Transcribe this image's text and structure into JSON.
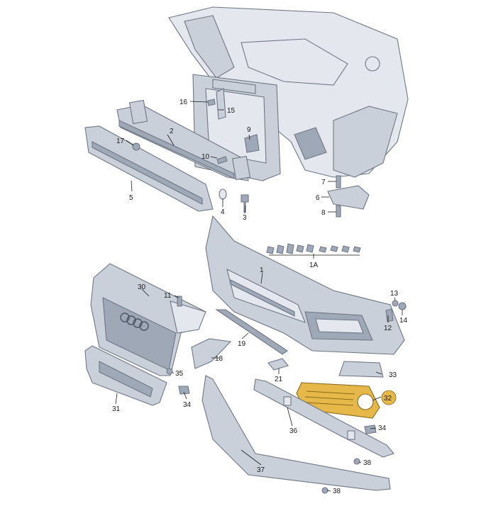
{
  "diagram": {
    "highlight_color": "#e6b84a",
    "part_color": "#c9d0da",
    "highlighted_part": "32",
    "callouts": {
      "c1": "1",
      "c1a": "1A",
      "c2": "2",
      "c3": "3",
      "c4": "4",
      "c5": "5",
      "c6": "6",
      "c7": "7",
      "c8": "8",
      "c9": "9",
      "c10": "10",
      "c11": "11",
      "c12": "12",
      "c13": "13",
      "c14": "14",
      "c15": "15",
      "c16": "16",
      "c17": "17",
      "c18": "18",
      "c19": "19",
      "c21": "21",
      "c30": "30",
      "c31": "31",
      "c32": "32",
      "c33": "33",
      "c34a": "34",
      "c34b": "34",
      "c35": "35",
      "c36": "36",
      "c37": "37",
      "c38a": "38",
      "c38b": "38"
    }
  }
}
